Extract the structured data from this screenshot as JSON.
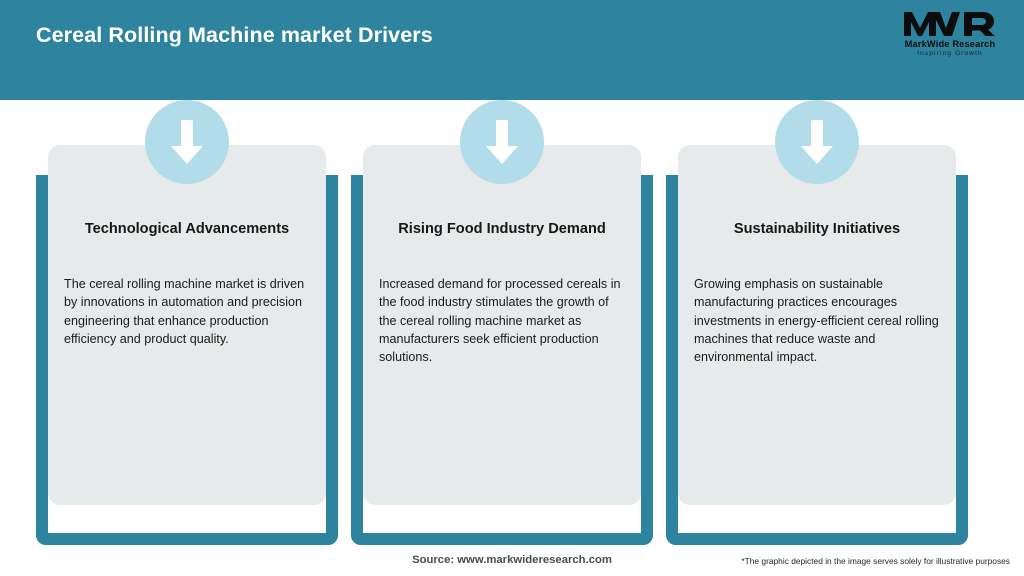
{
  "header": {
    "title": "Cereal Rolling Machine market Drivers",
    "background_color": "#2E849E",
    "title_color": "#FFFFFF"
  },
  "logo": {
    "mark": "MWR",
    "name": "MarkWide Research",
    "tagline": "Inspiring Growth"
  },
  "theme": {
    "accent": "#2E849E",
    "card_background": "#E6EAEB",
    "badge_background": "#B3DCEA",
    "badge_icon_color": "#FFFFFF",
    "page_background": "#FFFFFF"
  },
  "cards": [
    {
      "icon": "arrow-down-icon",
      "title": "Technological Advancements",
      "body": "The cereal rolling machine market is driven by innovations in automation and precision engineering that enhance production efficiency and product quality."
    },
    {
      "icon": "arrow-down-icon",
      "title": "Rising Food Industry Demand",
      "body": "Increased demand for processed cereals in the food industry stimulates the growth of the cereal rolling machine market as manufacturers seek efficient production solutions."
    },
    {
      "icon": "arrow-down-icon",
      "title": "Sustainability Initiatives",
      "body": "Growing emphasis on sustainable manufacturing practices encourages investments in energy-efficient cereal rolling machines that reduce waste and environmental impact."
    }
  ],
  "footer": {
    "source": "Source: www.markwideresearch.com",
    "disclaimer": "*The graphic depicted in the image serves solely for illustrative purposes"
  }
}
